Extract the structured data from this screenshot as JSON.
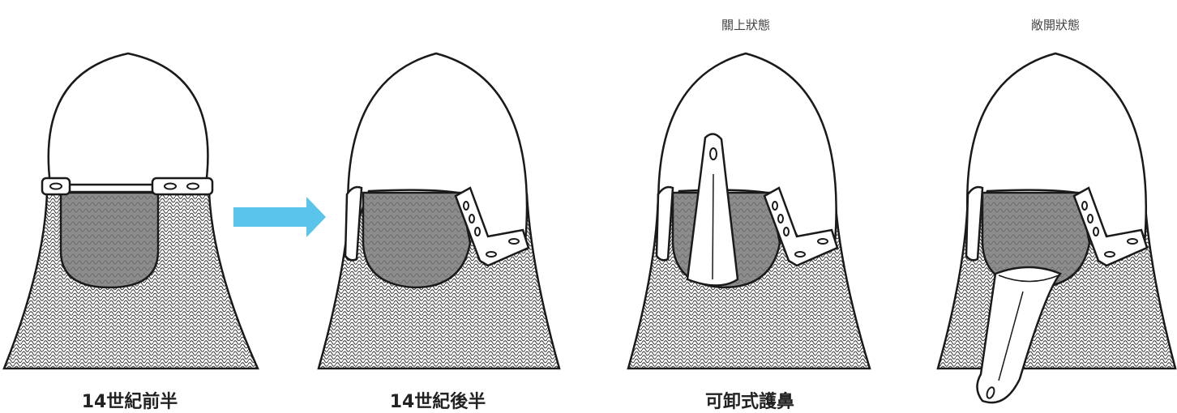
{
  "captions": {
    "helmet1": "14世紀前半",
    "helmet2": "14世紀後半",
    "helmet3": "可卸式護鼻",
    "state_closed": "關上狀態",
    "state_open": "敞開狀態"
  },
  "colors": {
    "outline": "#1a1a1a",
    "mail_fill": "#ffffff",
    "padding_fill": "#8c8c8c",
    "arrow": "#5bc4ea"
  }
}
